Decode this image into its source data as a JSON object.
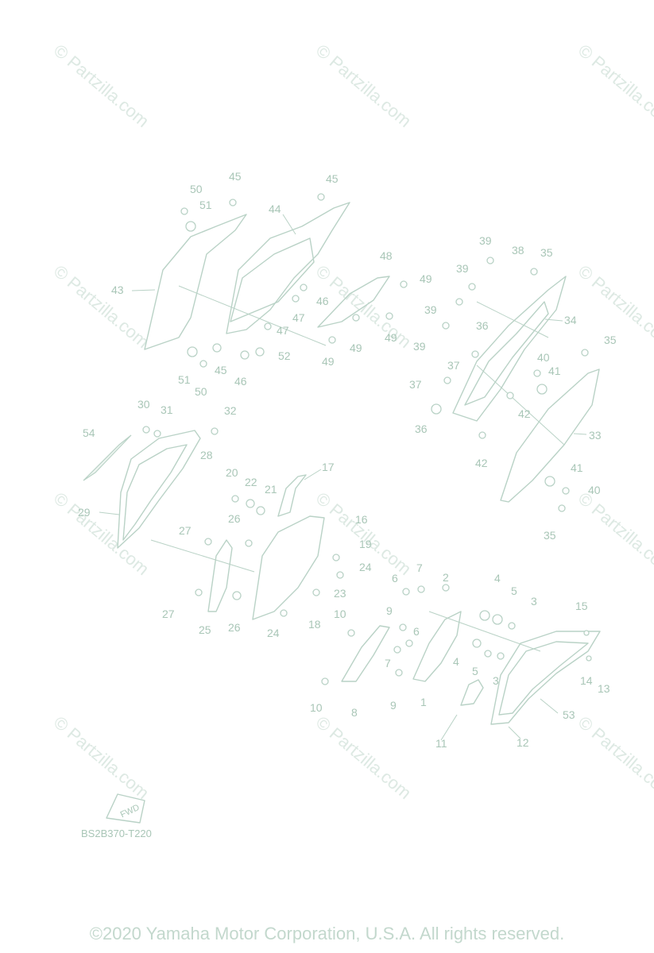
{
  "watermark": "© Partzilla.com",
  "labels": [
    "50",
    "51",
    "45",
    "45",
    "44",
    "43",
    "48",
    "49",
    "46",
    "47",
    "47",
    "45",
    "51",
    "50",
    "46",
    "52",
    "49",
    "49",
    "49",
    "39",
    "38",
    "35",
    "39",
    "39",
    "34",
    "39",
    "36",
    "37",
    "35",
    "37",
    "40",
    "41",
    "42",
    "36",
    "42",
    "33",
    "41",
    "40",
    "35",
    "30",
    "31",
    "32",
    "54",
    "28",
    "29",
    "20",
    "22",
    "21",
    "17",
    "26",
    "16",
    "27",
    "19",
    "24",
    "27",
    "25",
    "26",
    "24",
    "23",
    "18",
    "2",
    "6",
    "7",
    "4",
    "5",
    "3",
    "10",
    "9",
    "6",
    "7",
    "15",
    "4",
    "5",
    "3",
    "14",
    "13",
    "10",
    "9",
    "8",
    "1",
    "53",
    "11",
    "12"
  ],
  "fwd_mark": "FWD",
  "diagram_code": "BS2B370-T220",
  "copyright": "©2020 Yamaha Motor Corporation, U.S.A. All rights reserved."
}
